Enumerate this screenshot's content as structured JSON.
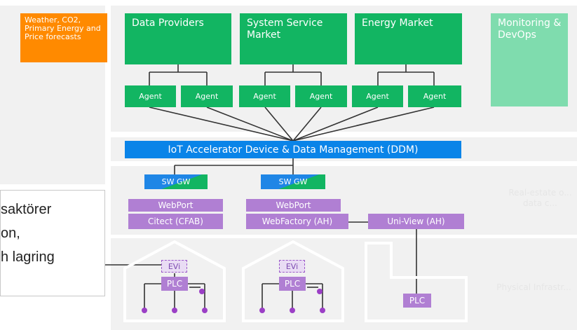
{
  "forecasts": "Weather, CO2, Primary Energy and Price forecasts",
  "markets": {
    "data_providers": "Data Providers",
    "system_service": "System Service Market",
    "energy_market": "Energy Market"
  },
  "monitoring": "Monitoring & DevOps",
  "agents": [
    "Agent",
    "Agent",
    "Agent",
    "Agent",
    "Agent",
    "Agent"
  ],
  "ddm": "IoT Accelerator Device & Data Management (DDM)",
  "sites": {
    "left": {
      "gateway": "SW GW",
      "webport": "WebPort",
      "app": "Citect (CFAB)",
      "evi": "EVi",
      "plc": "PLC"
    },
    "middle": {
      "gateway": "SW GW",
      "webport": "WebPort",
      "app": "WebFactory (AH)",
      "evi": "EVi",
      "plc": "PLC"
    },
    "right": {
      "app": "Uni-View (AH)",
      "plc": "PLC"
    }
  },
  "layer_labels": {
    "real_estate": "Real-estate o... data c...",
    "physical": "Physical Infrastr..."
  },
  "callout_lines": [
    "saktörer",
    "on,",
    "h lagring"
  ],
  "colors": {
    "green": "#12b562",
    "blue": "#0a84e8",
    "purple": "#b07fd3",
    "orange": "#ff8a00",
    "monitoring": "#7fdcae"
  }
}
